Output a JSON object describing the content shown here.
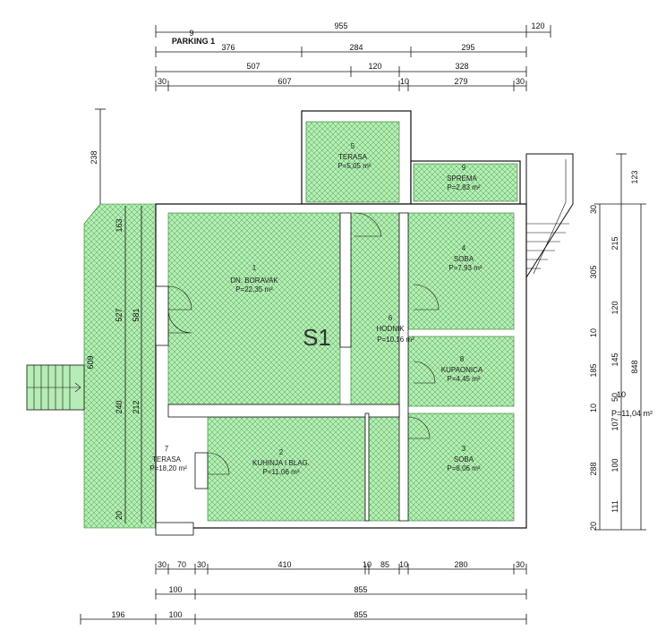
{
  "unit_label": "S1",
  "parking_label": "PARKING 1",
  "parking_number": "9",
  "top_dims": {
    "row1": [
      "955",
      "120"
    ],
    "row2": [
      "376",
      "284",
      "295"
    ],
    "row3": [
      "507",
      "120",
      "328"
    ],
    "row4": [
      "30",
      "607",
      "10",
      "279",
      "30"
    ]
  },
  "bottom_dims": {
    "row1": [
      "30",
      "70",
      "30",
      "410",
      "10",
      "85",
      "10",
      "280",
      "30"
    ],
    "row2": [
      "100",
      "855"
    ],
    "row3": [
      "196",
      "100",
      "855"
    ]
  },
  "right_dims": {
    "col1": [
      "30",
      "305",
      "10",
      "185",
      "10",
      "288",
      "20"
    ],
    "col2": [
      "123",
      "215",
      "120",
      "145",
      "50",
      "107",
      "100",
      "111"
    ],
    "col3": [
      "848"
    ]
  },
  "left_dims": [
    "238"
  ],
  "inner_dims": [
    "163",
    "527",
    "581",
    "609",
    "240",
    "212",
    "20"
  ],
  "rooms": [
    {
      "num": "1",
      "name": "DN. BORAVAK",
      "area": "P=22,35 m²"
    },
    {
      "num": "2",
      "name": "KUHINJA I BLAG.",
      "area": "P=11,06 m²"
    },
    {
      "num": "3",
      "name": "SOBA",
      "area": "P=8,06 m²"
    },
    {
      "num": "4",
      "name": "SOBA",
      "area": "P=7,93 m²"
    },
    {
      "num": "5",
      "name": "TERASA",
      "area": "P=5,05 m²"
    },
    {
      "num": "6",
      "name": "HODNIK",
      "area": "P=10,16 m²"
    },
    {
      "num": "7",
      "name": "TERASA",
      "area": "P=18,20 m²"
    },
    {
      "num": "8",
      "name": "KUPAONICA",
      "area": "P=4,45 m²"
    },
    {
      "num": "9",
      "name": "SPREMA",
      "area": "P=2,83 m²"
    }
  ],
  "side_label": {
    "num": "10",
    "area": "P=11,04 m²"
  },
  "colors": {
    "room_fill": "#a8e6a8",
    "hatch": "#4caf50",
    "wall": "#111111"
  }
}
